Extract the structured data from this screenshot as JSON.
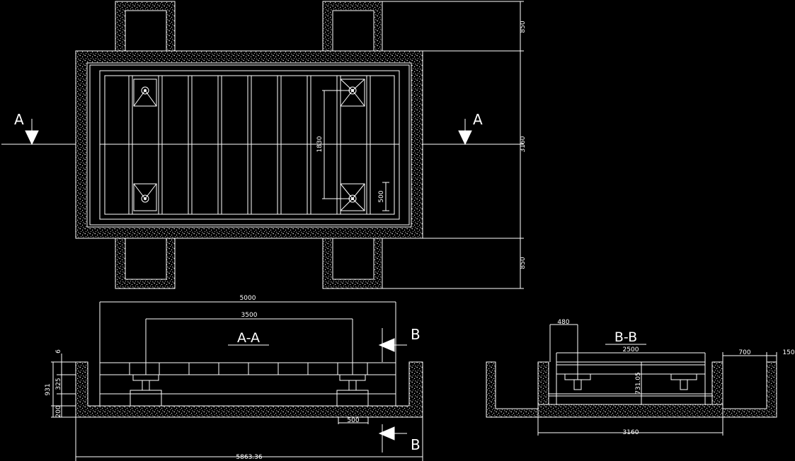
{
  "plan": {
    "section_mark_left": "A",
    "section_mark_right": "A",
    "dim_pit_top": "850",
    "dim_pit_bottom": "850",
    "dim_overall_width": "3160",
    "dim_load_cell_span": "1830",
    "dim_load_cell_offset": "500"
  },
  "section_aa": {
    "title": "A-A",
    "cut_mark_top": "B",
    "cut_mark_bottom": "B",
    "dim_platform_length": "5000",
    "dim_load_cell_spacing": "3500",
    "dim_top": "6",
    "dim_platform_height": "325",
    "dim_total_depth": "931",
    "dim_slab": "200",
    "dim_foot": "500",
    "dim_overall_length": "5863.36"
  },
  "section_bb": {
    "title": "B-B",
    "dim_offset": "480",
    "dim_platform_width": "2500",
    "dim_wall": "700",
    "dim_lip": "150",
    "dim_height": "731.05",
    "dim_base_width": "3160"
  },
  "colors": {
    "background": "#000000",
    "lines": "#ffffff",
    "concrete_speckle": "#ffffff"
  }
}
